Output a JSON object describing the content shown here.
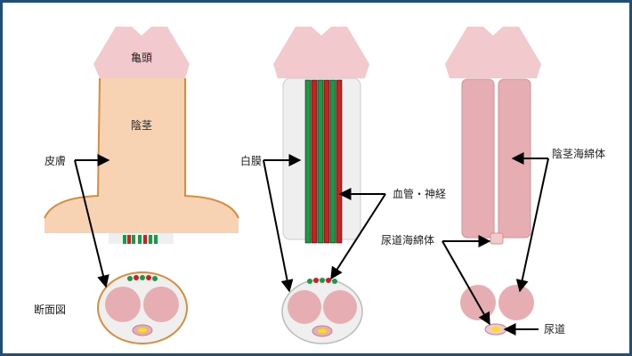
{
  "labels": {
    "glans": "亀頭",
    "shaft": "陰茎",
    "skin": "皮膚",
    "cross_section": "断面図",
    "tunica": "白膜",
    "vessels_nerves": "血管・神経",
    "corpus_cavernosum": "陰茎海綿体",
    "corpus_spongiosum": "尿道海綿体",
    "urethra": "尿道"
  },
  "colors": {
    "frame": "#1f4e79",
    "glans": "#f2c9cc",
    "skin": "#f7d3b4",
    "skin_edge": "#d98c3c",
    "tunica": "#efefef",
    "cavernosum": "#e6aeb2",
    "vessel_green": "#1a9a45",
    "vessel_red": "#cc1f1f",
    "urethra": "#f3e600"
  }
}
